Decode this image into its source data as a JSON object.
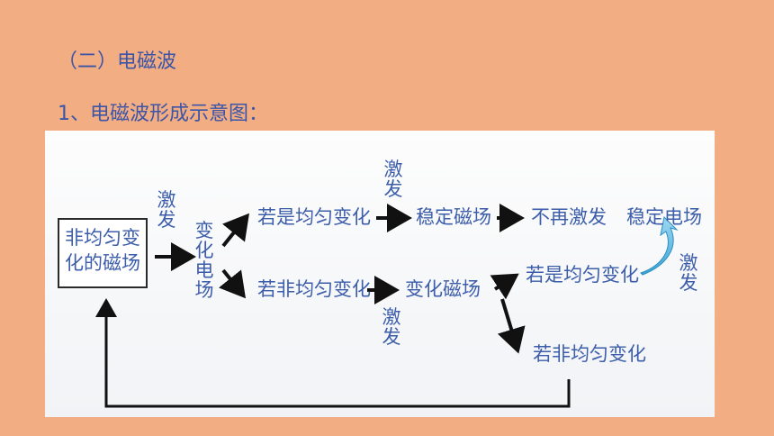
{
  "headings": {
    "section": "（二）电磁波",
    "subtitle": "1、电磁波形成示意图："
  },
  "diagram": {
    "start_line1": "非均匀变",
    "start_line2": "化的磁场",
    "excite": "激发",
    "changing_electric_field": "变化电场",
    "uniform_change": "若是均匀变化",
    "nonuniform_change": "若非均匀变化",
    "stable_magnetic_field": "稳定磁场",
    "no_more_excite": "不再激发",
    "stable_electric_field": "稳定电场",
    "changing_magnetic_field": "变化磁场"
  }
}
